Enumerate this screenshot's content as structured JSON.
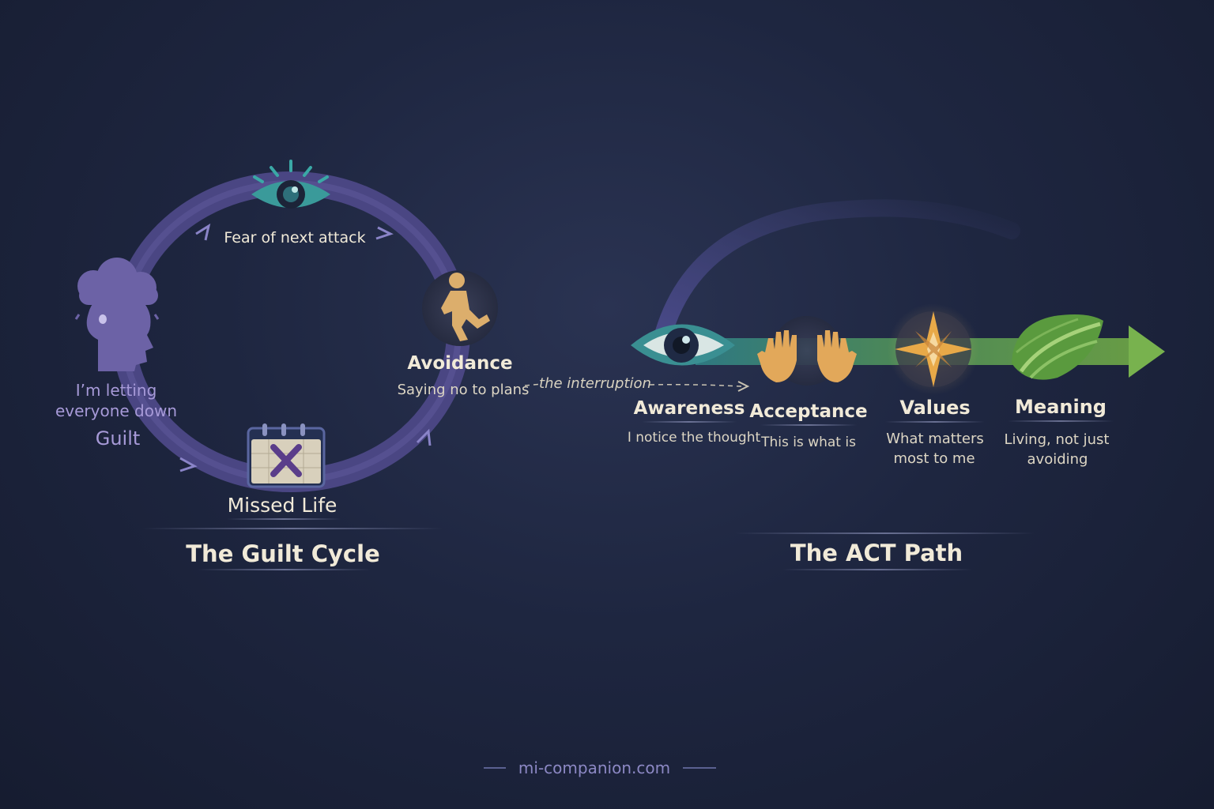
{
  "cycle": {
    "title": "The Guilt Cycle",
    "fear_label": "Fear of next attack",
    "avoidance_title": "Avoidance",
    "avoidance_sub": "Saying no to plans",
    "guilt_line1": "I’m letting",
    "guilt_line2": "everyone down",
    "guilt_title": "Guilt",
    "missed_title": "Missed Life"
  },
  "interruption_label": "the interruption",
  "act": {
    "title": "The ACT Path",
    "steps": [
      {
        "title": "Awareness",
        "sub1": "I notice the thought",
        "sub2": ""
      },
      {
        "title": "Acceptance",
        "sub1": "This is what is",
        "sub2": ""
      },
      {
        "title": "Values",
        "sub1": "What matters",
        "sub2": "most to me"
      },
      {
        "title": "Meaning",
        "sub1": "Living, not just",
        "sub2": "avoiding"
      }
    ]
  },
  "footer": {
    "site": "mi-companion.com"
  },
  "icons": [
    "eye-icon",
    "walking-person-icon",
    "head-cloud-icon",
    "calendar-x-icon",
    "open-hands-icon",
    "compass-star-icon",
    "leaf-road-icon",
    "arrow-right-icon"
  ],
  "colors": {
    "cycle_purple": "#5c5598",
    "teal": "#3d8f92",
    "green": "#5f9a3c",
    "gold": "#e3a94f",
    "text_light": "#f1ead8"
  }
}
